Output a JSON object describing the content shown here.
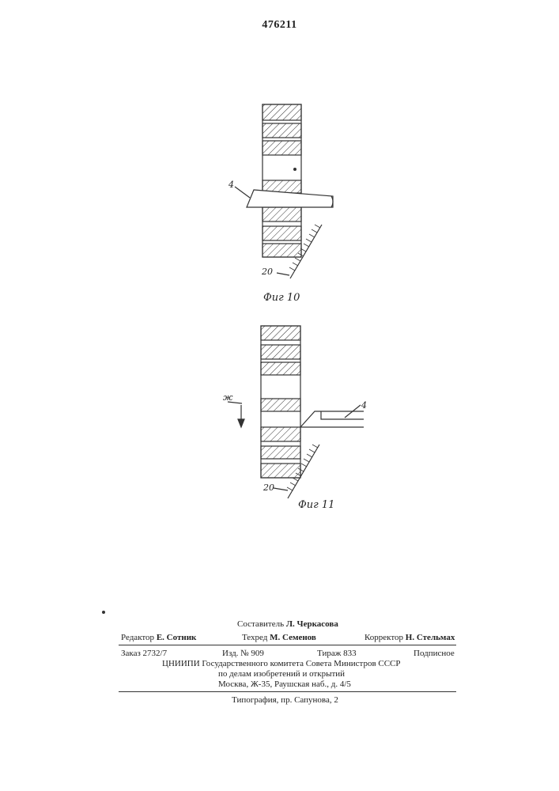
{
  "patent": {
    "number": "476211"
  },
  "figures": [
    {
      "caption": "Фиг 10",
      "labels": {
        "part": "4",
        "surface": "20"
      }
    },
    {
      "caption": "Фиг 11",
      "labels": {
        "part": "4",
        "surface": "20",
        "direction": "ж"
      }
    }
  ],
  "imprint": {
    "compiler": {
      "role": "Составитель",
      "name": "Л. Черкасова"
    },
    "editor": {
      "role": "Редактор",
      "name": "Е. Сотник"
    },
    "techred": {
      "role": "Техред",
      "name": "М. Семенов"
    },
    "corrector": {
      "role": "Корректор",
      "name": "Н. Стельмах"
    },
    "order": "Заказ 2732/7",
    "edition": "Изд. № 909",
    "circulation": "Тираж 833",
    "subscription": "Подписное",
    "org_line1": "ЦНИИПИ Государственного комитета Совета Министров СССР",
    "org_line2": "по делам изобретений и открытий",
    "address": "Москва, Ж-35, Раушская наб., д. 4/5",
    "printer": "Типография, пр. Сапунова, 2"
  }
}
